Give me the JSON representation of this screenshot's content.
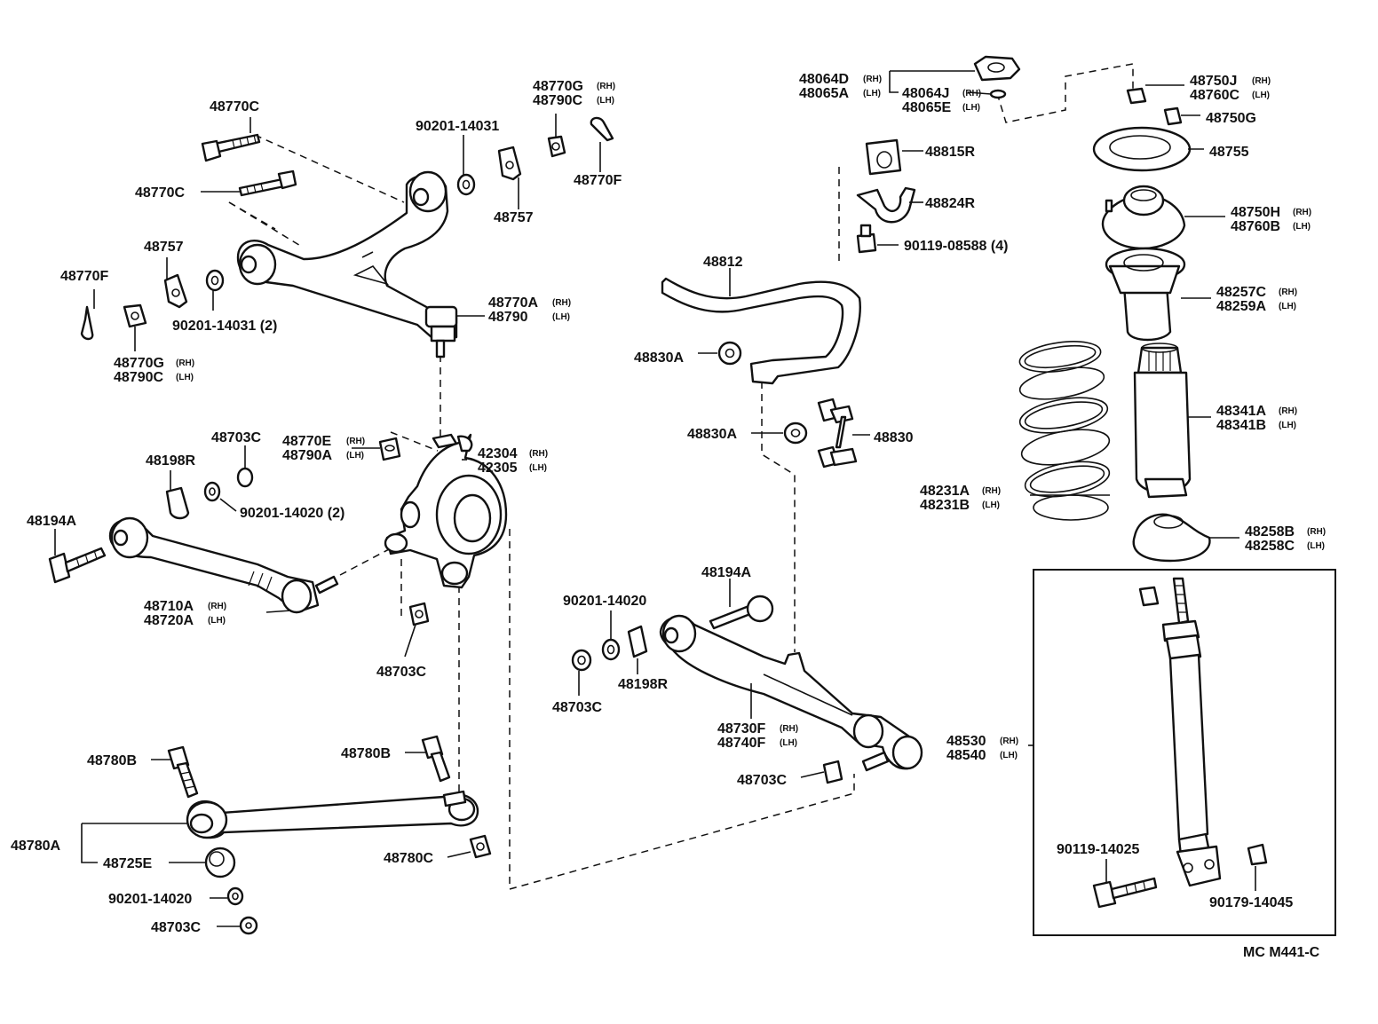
{
  "diagram_code": "MC M441-C",
  "labels": {
    "p48770C_a": "48770C",
    "p48770C_b": "48770C",
    "p48757_a": "48757",
    "p48770F_a": "48770F",
    "p48770G_a": "48770G",
    "p48790C_a": "48790C",
    "p90201_14031_2": "90201-14031 (2)",
    "p90201_14031": "90201-14031",
    "p48770G_b": "48770G",
    "p48790C_b": "48790C",
    "p48757_b": "48757",
    "p48770F_b": "48770F",
    "p48770A": "48770A",
    "p48790": "48790",
    "p48703C_a": "48703C",
    "p48198R_a": "48198R",
    "p48770E": "48770E",
    "p48790A": "48790A",
    "p42304": "42304",
    "p42305": "42305",
    "p90201_14020_2": "90201-14020 (2)",
    "p48194A_a": "48194A",
    "p48710A": "48710A",
    "p48720A": "48720A",
    "p48703C_b": "48703C",
    "p48780B_a": "48780B",
    "p48780B_b": "48780B",
    "p48780A": "48780A",
    "p48725E": "48725E",
    "p90201_14020_a": "90201-14020",
    "p48703C_c": "48703C",
    "p48780C": "48780C",
    "p48064D": "48064D",
    "p48065A": "48065A",
    "p48064J": "48064J",
    "p48065E": "48065E",
    "p48815R": "48815R",
    "p48824R": "48824R",
    "p90119_08588": "90119-08588 (4)",
    "p48812": "48812",
    "p48830A_a": "48830A",
    "p48830A_b": "48830A",
    "p48830": "48830",
    "p48194A_b": "48194A",
    "p90201_14020_b": "90201-14020",
    "p48703C_d": "48703C",
    "p48198R_b": "48198R",
    "p48730F": "48730F",
    "p48740F": "48740F",
    "p48703C_e": "48703C",
    "p48750J": "48750J",
    "p48760C": "48760C",
    "p48750G": "48750G",
    "p48755": "48755",
    "p48750H": "48750H",
    "p48760B": "48760B",
    "p48257C": "48257C",
    "p48259A": "48259A",
    "p48341A": "48341A",
    "p48341B": "48341B",
    "p48231A": "48231A",
    "p48231B": "48231B",
    "p48258B": "48258B",
    "p48258C": "48258C",
    "p48530": "48530",
    "p48540": "48540",
    "p90119_14025": "90119-14025",
    "p90179_14045": "90179-14045"
  },
  "side": {
    "rh": "(RH)",
    "lh": "(LH)"
  }
}
